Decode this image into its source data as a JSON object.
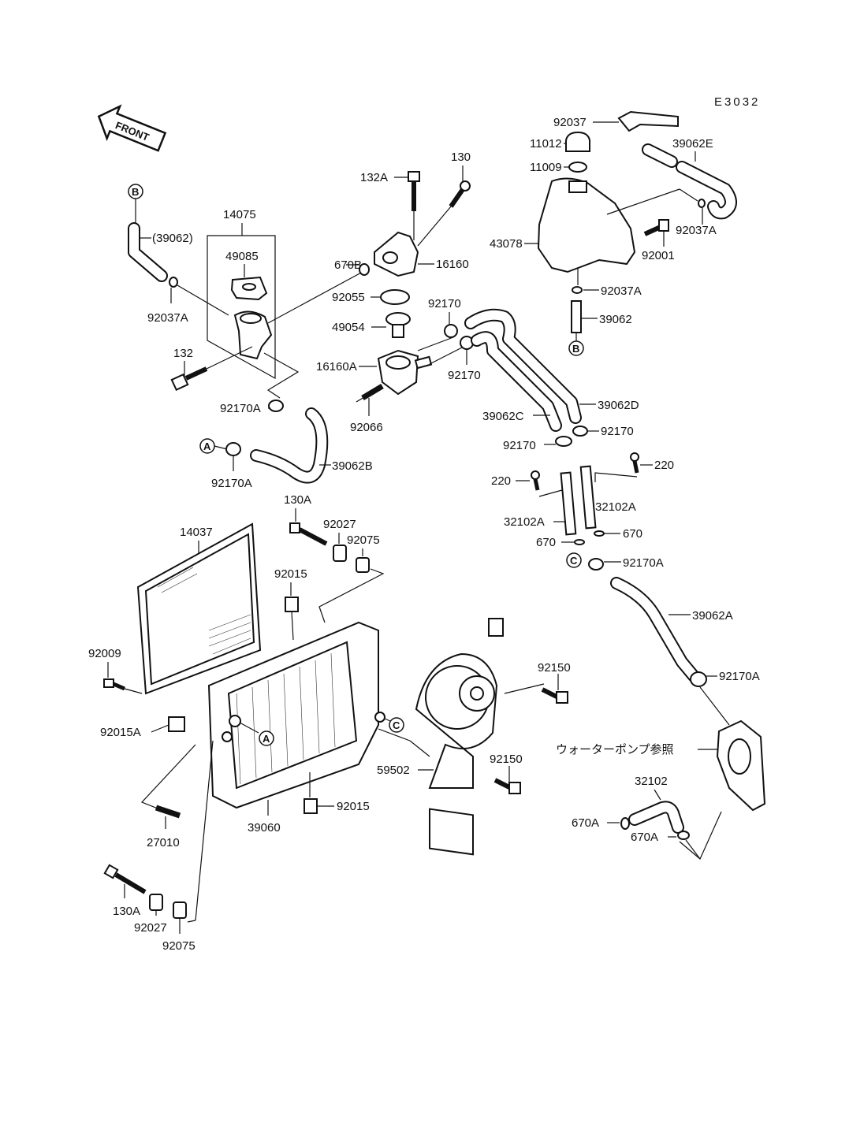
{
  "diagram": {
    "code": "E3032",
    "front_arrow": "FRONT",
    "water_pump_ref": "ウォーターポンプ参照",
    "ref_markers": [
      "A",
      "B",
      "C"
    ],
    "labels": {
      "p92037": "92037",
      "p11012": "11012",
      "p11009": "11009",
      "p39062E": "39062E",
      "p130": "130",
      "p132A": "132A",
      "p14075": "14075",
      "p39062paren": "(39062)",
      "p49085": "49085",
      "p670B": "670B",
      "p16160": "16160",
      "p43078": "43078",
      "p92037A_tank": "92037A",
      "p92001": "92001",
      "p92055": "92055",
      "p92037A_low": "92037A",
      "p92037A_left": "92037A",
      "p92170_a": "92170",
      "p49054": "49054",
      "p39062": "39062",
      "p132": "132",
      "p16160A": "16160A",
      "p92170_b": "92170",
      "p92170A_a": "92170A",
      "p92066": "92066",
      "p39062C": "39062C",
      "p39062D": "39062D",
      "p92170_c": "92170",
      "p92170_d": "92170",
      "p39062B": "39062B",
      "p92170A_b": "92170A",
      "p220_a": "220",
      "p220_b": "220",
      "p130A_a": "130A",
      "p32102A_a": "32102A",
      "p92027_a": "92027",
      "p92075_a": "92075",
      "p32102A_b": "32102A",
      "p14037": "14037",
      "p670_a": "670",
      "p670_b": "670",
      "p92170A_c": "92170A",
      "p92015_a": "92015",
      "p39062A": "39062A",
      "p92009": "92009",
      "p92150_a": "92150",
      "p92170A_d": "92170A",
      "p92015A": "92015A",
      "p59502": "59502",
      "p92150_b": "92150",
      "p32102": "32102",
      "p92015_b": "92015",
      "p39060": "39060",
      "p670A_a": "670A",
      "p670A_b": "670A",
      "p27010": "27010",
      "p130A_b": "130A",
      "p92027_b": "92027",
      "p92075_b": "92075"
    }
  }
}
